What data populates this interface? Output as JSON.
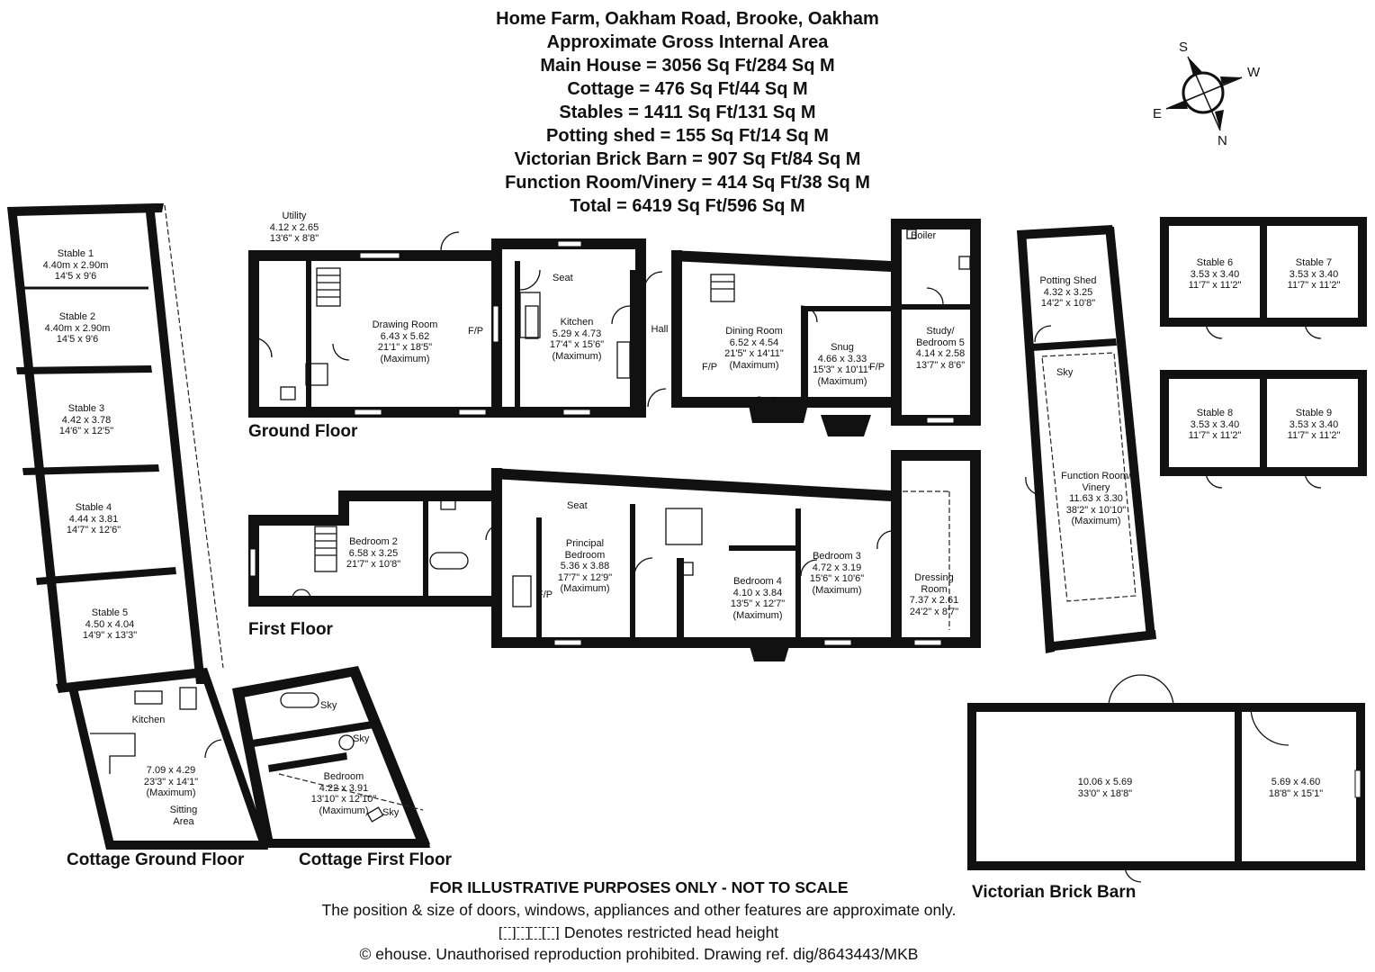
{
  "header": {
    "title": "Home Farm, Oakham Road, Brooke, Oakham",
    "subtitle": "Approximate Gross Internal Area",
    "areas": [
      "Main House = 3056 Sq Ft/284 Sq M",
      "Cottage = 476 Sq Ft/44 Sq M",
      "Stables = 1411 Sq Ft/131 Sq M",
      "Potting shed = 155 Sq Ft/14 Sq M",
      "Victorian Brick Barn = 907 Sq Ft/84 Sq M",
      "Function Room/Vinery = 414 Sq Ft/38 Sq M",
      "Total = 6419 Sq Ft/596 Sq M"
    ]
  },
  "compass": {
    "s": "S",
    "w": "W",
    "e": "E",
    "n": "N"
  },
  "sections": {
    "ground_floor": "Ground Floor",
    "first_floor": "First Floor",
    "cottage_ground": "Cottage Ground Floor",
    "cottage_first": "Cottage First Floor",
    "barn": "Victorian Brick Barn"
  },
  "rooms": {
    "stable1": [
      "Stable 1",
      "4.40m x 2.90m",
      "14'5 x 9'6"
    ],
    "stable2": [
      "Stable 2",
      "4.40m x 2.90m",
      "14'5 x 9'6"
    ],
    "stable3": [
      "Stable 3",
      "4.42 x 3.78",
      "14'6\" x 12'5\""
    ],
    "stable4": [
      "Stable 4",
      "4.44 x 3.81",
      "14'7\" x 12'6\""
    ],
    "stable5": [
      "Stable 5",
      "4.50 x 4.04",
      "14'9\" x 13'3\""
    ],
    "cottage_kitchen": [
      "Kitchen"
    ],
    "cottage_living": [
      "7.09 x 4.29",
      "23'3\" x 14'1\"",
      "(Maximum)"
    ],
    "sitting": [
      "Sitting",
      "Area"
    ],
    "cottage_bedroom": [
      "Bedroom",
      "4.22 x 3.91",
      "13'10\" x 12'10\"",
      "(Maximum)"
    ],
    "utility": [
      "Utility",
      "4.12 x 2.65",
      "13'6\" x 8'8\""
    ],
    "drawing": [
      "Drawing Room",
      "6.43 x 5.62",
      "21'1\" x 18'5\"",
      "(Maximum)"
    ],
    "kitchen": [
      "Kitchen",
      "5.29 x 4.73",
      "17'4\" x 15'6\"",
      "(Maximum)"
    ],
    "hall": [
      "Hall"
    ],
    "dining": [
      "Dining Room",
      "6.52 x 4.54",
      "21'5\" x 14'11\"",
      "(Maximum)"
    ],
    "snug": [
      "Snug",
      "4.66 x 3.33",
      "15'3\" x 10'11\"",
      "(Maximum)"
    ],
    "study": [
      "Study/",
      "Bedroom 5",
      "4.14 x 2.58",
      "13'7\" x 8'6\""
    ],
    "bedroom2": [
      "Bedroom 2",
      "6.58 x 3.25",
      "21'7\" x 10'8\""
    ],
    "principal": [
      "Principal",
      "Bedroom",
      "5.36 x 3.88",
      "17'7\" x 12'9\"",
      "(Maximum)"
    ],
    "bedroom4": [
      "Bedroom 4",
      "4.10 x 3.84",
      "13'5\" x 12'7\"",
      "(Maximum)"
    ],
    "bedroom3": [
      "Bedroom 3",
      "4.72 x 3.19",
      "15'6\" x 10'6\"",
      "(Maximum)"
    ],
    "dressing": [
      "Dressing",
      "Room",
      "7.37 x 2.61",
      "24'2\" x 8'7\""
    ],
    "potting": [
      "Potting Shed",
      "4.32 x 3.25",
      "14'2\" x 10'8\""
    ],
    "function": [
      "Function Room/",
      "Vinery",
      "11.63 x 3.30",
      "38'2\" x 10'10\"",
      "(Maximum)"
    ],
    "stable6": [
      "Stable 6",
      "3.53 x 3.40",
      "11'7\" x 11'2\""
    ],
    "stable7": [
      "Stable 7",
      "3.53 x 3.40",
      "11'7\" x 11'2\""
    ],
    "stable8": [
      "Stable 8",
      "3.53 x 3.40",
      "11'7\" x 11'2\""
    ],
    "stable9": [
      "Stable 9",
      "3.53 x 3.40",
      "11'7\" x 11'2\""
    ],
    "barn_main": [
      "10.06 x 5.69",
      "33'0\" x 18'8\""
    ],
    "barn_side": [
      "5.69 x 4.60",
      "18'8\" x 15'1\""
    ]
  },
  "labels": {
    "fp": "F/P",
    "seat": "Seat",
    "sky": "Sky",
    "boiler": "Boiler"
  },
  "footer": {
    "line1": "FOR ILLUSTRATIVE PURPOSES ONLY - NOT TO SCALE",
    "line2": "The position & size of doors, windows, appliances and other features are approximate only.",
    "line3": "Denotes restricted head height",
    "line4": "© ehouse. Unauthorised reproduction prohibited. Drawing ref. dig/8643443/MKB"
  }
}
